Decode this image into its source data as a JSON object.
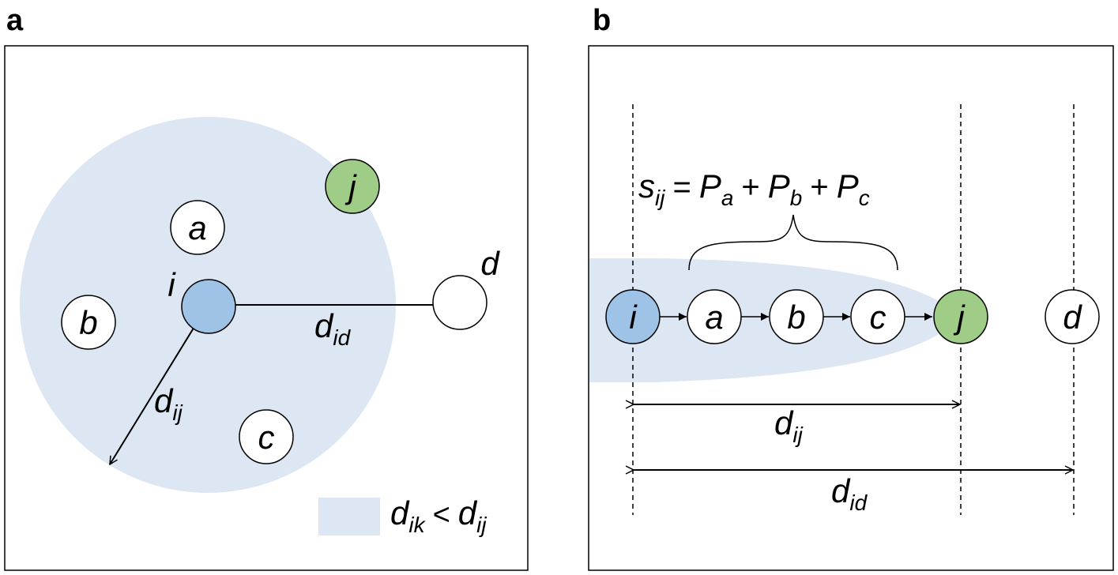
{
  "panels": {
    "a": {
      "letter": "a",
      "nodes": {
        "a": "a",
        "b": "b",
        "c": "c",
        "d": "d",
        "i": "i",
        "j": "j"
      },
      "distances": {
        "d_id": {
          "main": "d",
          "sub": "id"
        },
        "d_ij": {
          "main": "d",
          "sub": "ij"
        }
      },
      "legend": {
        "lhs_main": "d",
        "lhs_sub": "ik",
        "op": "<",
        "rhs_main": "d",
        "rhs_sub": "ij"
      }
    },
    "b": {
      "letter": "b",
      "nodes": {
        "i": "i",
        "a": "a",
        "b": "b",
        "c": "c",
        "j": "j",
        "d": "d"
      },
      "formula": {
        "s": "s",
        "s_sub": "ij",
        "eq": "=",
        "p1": "P",
        "p1_sub": "a",
        "plus1": "+",
        "p2": "P",
        "p2_sub": "b",
        "plus2": "+",
        "p3": "P",
        "p3_sub": "c"
      },
      "distances": {
        "d_ij": {
          "main": "d",
          "sub": "ij"
        },
        "d_id": {
          "main": "d",
          "sub": "id"
        }
      }
    }
  },
  "colors": {
    "region": "#dce7f3",
    "node_i": "#9fc3e6",
    "node_j": "#9fcc86",
    "node_plain": "#ffffff",
    "stroke": "#000000"
  }
}
